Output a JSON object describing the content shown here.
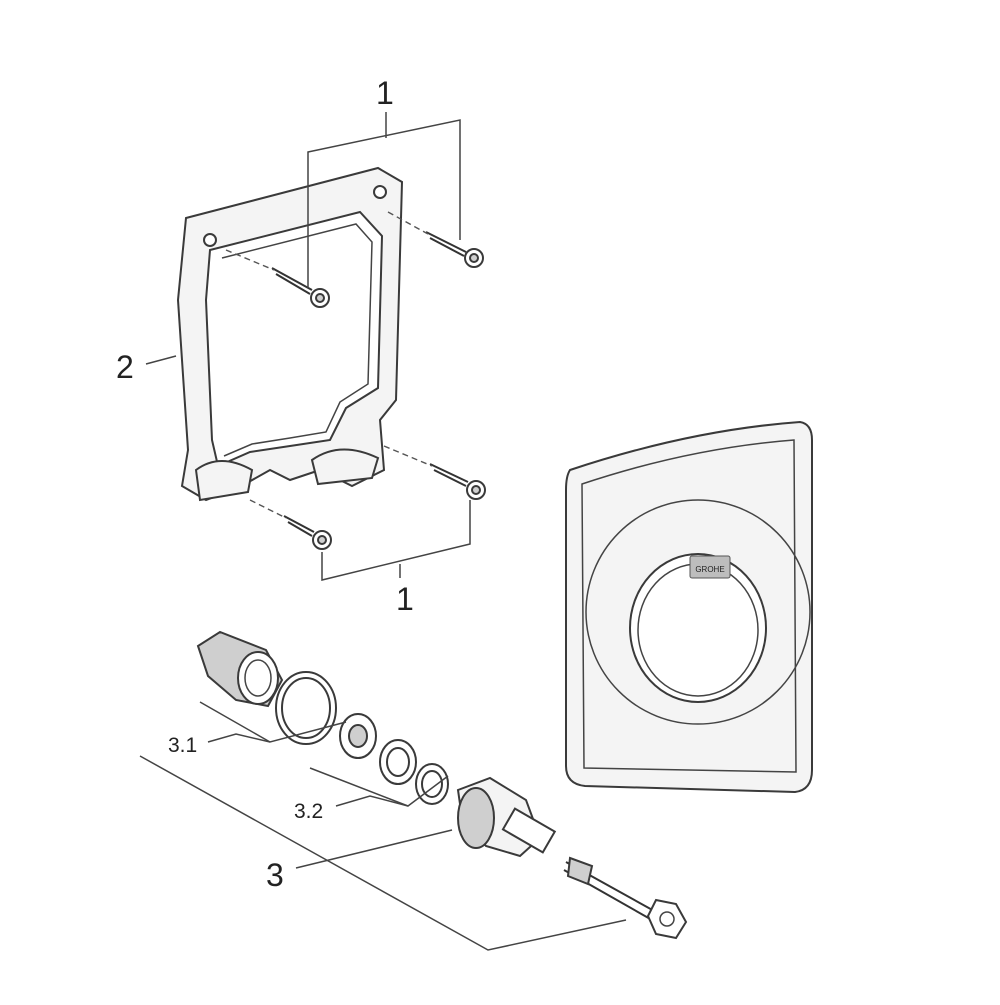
{
  "labels": {
    "screws_top": "1",
    "screws_bottom": "1",
    "frame": "2",
    "seal_set_a": "3.1",
    "seal_set_b": "3.2",
    "valve_assembly": "3"
  },
  "logo_text": "GROHE"
}
